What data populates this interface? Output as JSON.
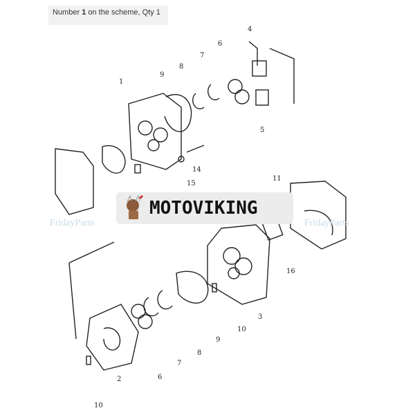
{
  "caption": {
    "prefix": "Number ",
    "number": "1",
    "suffix": " on the scheme, Qty 1"
  },
  "logo": {
    "text": "MOTOVIKING"
  },
  "watermark": {
    "text": "FridayParts"
  },
  "part_labels": [
    "1",
    "9",
    "8",
    "7",
    "6",
    "4",
    "5",
    "14",
    "15",
    "11",
    "16",
    "3",
    "10",
    "9",
    "8",
    "7",
    "6",
    "2",
    "10"
  ],
  "colors": {
    "line": "#222222",
    "watermark": "#c9dbe6",
    "logo_bg": "#ececec"
  }
}
